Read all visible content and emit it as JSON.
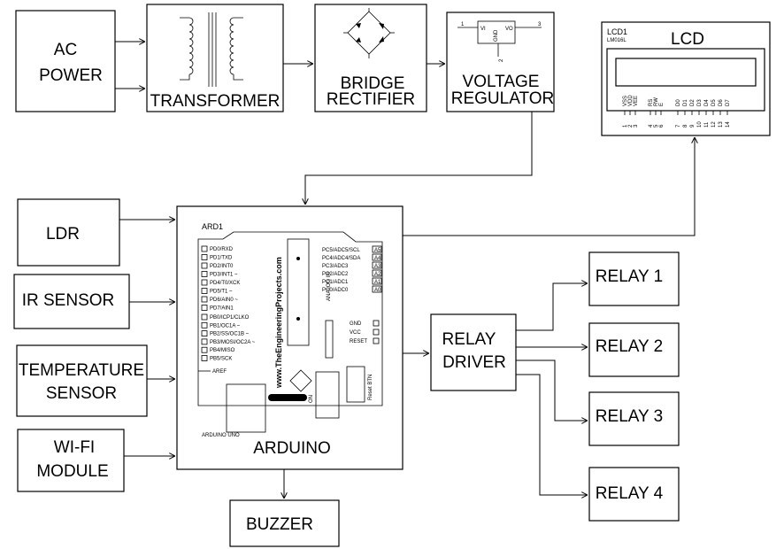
{
  "blocks": {
    "ac_power": [
      "AC",
      "POWER"
    ],
    "transformer": "TRANSFORMER",
    "bridge_rectifier": [
      "BRIDGE",
      "RECTIFIER"
    ],
    "voltage_regulator": [
      "VOLTAGE",
      "REGULATOR"
    ],
    "lcd": "LCD",
    "ldr": "LDR",
    "ir_sensor": "IR SENSOR",
    "temperature_sensor": [
      "TEMPERATURE",
      "SENSOR"
    ],
    "wifi_module": [
      "WI-FI",
      "MODULE"
    ],
    "arduino": "ARDUINO",
    "buzzer": "BUZZER",
    "relay_driver": [
      "RELAY",
      "DRIVER"
    ],
    "relays": [
      "RELAY 1",
      "RELAY 2",
      "RELAY 3",
      "RELAY 4"
    ]
  },
  "regulator_symbol": {
    "vi": "VI",
    "vo": "VO",
    "gnd": "GND",
    "pin1": "1",
    "pin2": "2",
    "pin3": "3"
  },
  "lcd_module": {
    "ref": "LCD1",
    "part": "LM016L",
    "pins": [
      "VSS",
      "VDD",
      "VEE",
      "RS",
      "RW",
      "E",
      "D0",
      "D1",
      "D2",
      "D3",
      "D4",
      "D5",
      "D6",
      "D7"
    ],
    "pin_numbers": [
      "1",
      "2",
      "3",
      "4",
      "5",
      "6",
      "7",
      "8",
      "9",
      "10",
      "11",
      "12",
      "13",
      "14"
    ]
  },
  "arduino_board": {
    "ref": "ARD1",
    "website": "www.TheEngineeringProjects.com",
    "model": "ARDUINO UNO",
    "analog_in": "ANALOG IN",
    "reset_btn": "Reset BTN",
    "on_label": "ON",
    "aref": "AREF",
    "left_pins_top": [
      "PD0/RXD",
      "PD1/TXD",
      "PD2/INT0",
      "PD3/INT1 ~",
      "PD4/T0/XCK",
      "PD5/T1 ~",
      "PD6/AIN0 ~",
      "PD7/AIN1"
    ],
    "left_pins_bottom": [
      "PB0/ICP1/CLKO",
      "PB1/OC1A ~",
      "PB2/SS/OC1B ~",
      "PB3/MOSI/OC2A ~",
      "PB4/MISO",
      "PB5/SCK"
    ],
    "right_pins": [
      "PC5/ADC5/SCL",
      "PC4/ADC4/SDA",
      "PC3/ADC3",
      "PC2/ADC2",
      "PC1/ADC1",
      "PC0/ADC0"
    ],
    "analog_labels": [
      "A5",
      "A4",
      "A3",
      "A2",
      "A1",
      "A0"
    ],
    "power_pins": [
      "GND",
      "VCC",
      "RESET"
    ]
  }
}
